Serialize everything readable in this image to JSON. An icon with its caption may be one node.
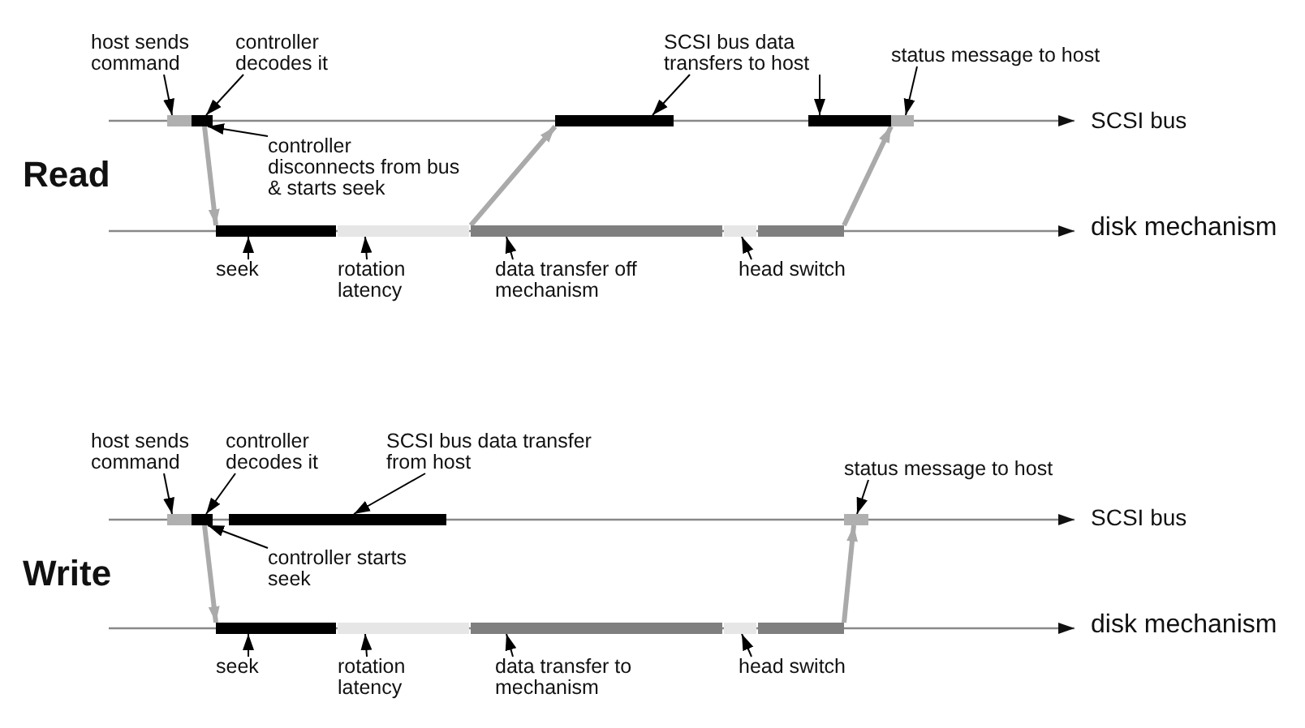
{
  "diagram": {
    "nodes": [
      {
        "text": [
          "host sends command"
        ]
      },
      {
        "text": [
          "controller decodes it"
        ]
      },
      {
        "text": [
          "SCSI bus data transfers to host"
        ]
      },
      {
        "text": [
          "status message to host"
        ]
      },
      {
        "text": [],
        "shape": "bar"
      },
      {
        "text": [],
        "shape": "bar"
      },
      {
        "text": [],
        "shape": "bar"
      },
      {
        "text": [],
        "shape": "bar"
      },
      {
        "text": [],
        "shape": "bar"
      },
      {
        "text": [
          "controller disconnects from bus & starts seek"
        ]
      },
      {
        "text": [],
        "shape": "bar"
      },
      {
        "text": [],
        "shape": "bar"
      },
      {
        "text": [],
        "shape": "bar"
      },
      {
        "text": [],
        "shape": "bar"
      },
      {
        "text": [],
        "shape": "bar"
      },
      {
        "text": [
          "seek"
        ]
      },
      {
        "text": [
          "rotation latency"
        ]
      },
      {
        "text": [
          "data transfer off mechanism"
        ]
      },
      {
        "text": [
          "head switch"
        ]
      },
      {
        "text": [
          "host sends command"
        ]
      },
      {
        "text": [
          "controller decodes it"
        ]
      },
      {
        "text": [
          "SCSI bus data transfer from host"
        ]
      },
      {
        "text": [
          "status message to host"
        ]
      },
      {
        "text": [],
        "shape": "bar"
      },
      {
        "text": [],
        "shape": "bar"
      },
      {
        "text": [],
        "shape": "bar"
      },
      {
        "text": [],
        "shape": "bar"
      },
      {
        "text": [
          "controller starts seek"
        ]
      },
      {
        "text": [],
        "shape": "bar"
      },
      {
        "text": [],
        "shape": "bar"
      },
      {
        "text": [],
        "shape": "bar"
      },
      {
        "text": [],
        "shape": "bar"
      },
      {
        "text": [],
        "shape": "bar"
      },
      {
        "text": [
          "seek"
        ]
      },
      {
        "text": [
          "rotation latency"
        ]
      },
      {
        "text": [
          "data transfer to mechanism"
        ]
      },
      {
        "text": [
          "head switch"
        ]
      }
    ],
    "edges": [
      {
        "from": 0,
        "to": 4,
        "arrow": "to"
      },
      {
        "from": 1,
        "to": 5,
        "arrow": "to"
      },
      {
        "from": 2,
        "to": 6,
        "arrow": "to"
      },
      {
        "from": 2,
        "to": 7,
        "arrow": "to"
      },
      {
        "from": 3,
        "to": 8,
        "arrow": "to"
      },
      {
        "from": 9,
        "to": 5,
        "arrow": "to"
      },
      {
        "from": 15,
        "to": 10,
        "arrow": "to"
      },
      {
        "from": 16,
        "to": 11,
        "arrow": "to"
      },
      {
        "from": 17,
        "to": 12,
        "arrow": "to"
      },
      {
        "from": 18,
        "to": 13,
        "arrow": "to"
      },
      {
        "from": 5,
        "to": 10,
        "arrow": "to",
        "style": "thick",
        "color": "#aaaaaa"
      },
      {
        "from": 12,
        "to": 6,
        "arrow": "to",
        "style": "thick",
        "color": "#aaaaaa"
      },
      {
        "from": 14,
        "to": 8,
        "arrow": "to",
        "style": "thick",
        "color": "#aaaaaa"
      },
      {
        "from": 19,
        "to": 23,
        "arrow": "to"
      },
      {
        "from": 20,
        "to": 24,
        "arrow": "to"
      },
      {
        "from": 21,
        "to": 25,
        "arrow": "to"
      },
      {
        "from": 22,
        "to": 26,
        "arrow": "to"
      },
      {
        "from": 27,
        "to": 24,
        "arrow": "to"
      },
      {
        "from": 33,
        "to": 28,
        "arrow": "to"
      },
      {
        "from": 34,
        "to": 29,
        "arrow": "to"
      },
      {
        "from": 35,
        "to": 30,
        "arrow": "to"
      },
      {
        "from": 36,
        "to": 31,
        "arrow": "to"
      },
      {
        "from": 24,
        "to": 28,
        "arrow": "to",
        "style": "thick",
        "color": "#aaaaaa"
      },
      {
        "from": 32,
        "to": 26,
        "arrow": "to",
        "style": "thick",
        "color": "#aaaaaa"
      }
    ],
    "labels": [
      "SCSI bus",
      "Read",
      "disk mechanism",
      "SCSI bus",
      "Write",
      "disk mechanism"
    ]
  }
}
